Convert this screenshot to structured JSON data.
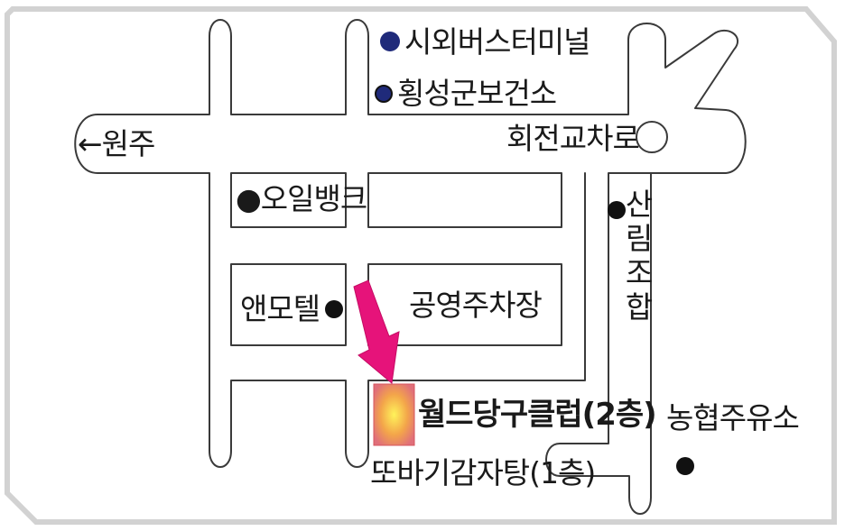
{
  "labels": {
    "intercity_bus_terminal": "시외버스터미널",
    "health_center": "횡성군보건소",
    "to_wonju": "←원주",
    "roundabout": "회전교차로",
    "oil_bank": "●오일뱅크",
    "sanrim_cooperative": "산림조합",
    "anmotel": "앤모텔",
    "public_parking": "공영주차장",
    "world_billiards_club": "월드당구클럽(2층)",
    "nonghyup_gas_station": "농협주유소",
    "ttobagi_gamjatang": "또바기감자탕(1층)"
  },
  "colors": {
    "road_outline": "#3a3a3a",
    "frame_border": "#cfcfcf",
    "marker_navy": "#1f2a7a",
    "marker_black": "#111111",
    "arrow_pink": "#e6137a",
    "target_center": "#ffe24a",
    "target_edge": "#e27a7a"
  }
}
